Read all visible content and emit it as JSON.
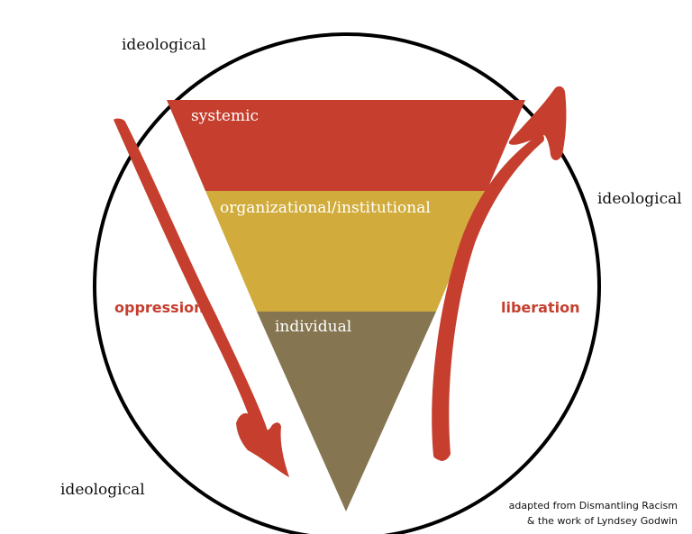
{
  "labels": {
    "ideological_top_left": "ideological",
    "ideological_right": "ideological",
    "ideological_bottom_left": "ideological",
    "oppression": "oppression",
    "liberation": "liberation"
  },
  "levels": [
    {
      "label": "systemic",
      "color": "#c53e2e"
    },
    {
      "label": "organizational/institutional",
      "color": "#d1ac3c"
    },
    {
      "label": "individual",
      "color": "#857651"
    }
  ],
  "credit": {
    "line1": "adapted from Dismantling Racism",
    "line2": "& the work of Lyndsey Godwin"
  },
  "colors": {
    "accent": "#c53e2e",
    "ring": "#000000",
    "text": "#111111"
  }
}
